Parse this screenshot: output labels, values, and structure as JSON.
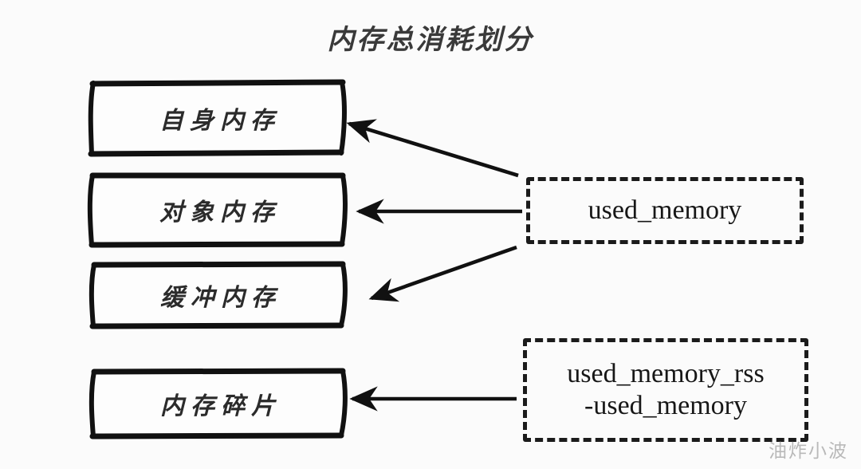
{
  "diagram": {
    "title": "内存总消耗划分",
    "watermark": "油炸小波",
    "background_color": "#fbfbfb",
    "ink_color": "#1b1b1b",
    "memory_boxes": [
      {
        "label": "自身内存",
        "style": "solid-hand-drawn"
      },
      {
        "label": "对象内存",
        "style": "solid-hand-drawn"
      },
      {
        "label": "缓冲内存",
        "style": "solid-hand-drawn"
      },
      {
        "label": "内存碎片",
        "style": "solid-hand-drawn"
      }
    ],
    "metric_boxes": [
      {
        "lines": [
          "used_memory"
        ],
        "style": "dashed",
        "points_to": [
          "自身内存",
          "对象内存",
          "缓冲内存"
        ]
      },
      {
        "lines": [
          "used_memory_rss",
          "-used_memory"
        ],
        "style": "dashed",
        "points_to": [
          "内存碎片"
        ]
      }
    ],
    "arrows": [
      {
        "from": "used_memory",
        "to": "自身内存",
        "direction": "up-left"
      },
      {
        "from": "used_memory",
        "to": "对象内存",
        "direction": "left"
      },
      {
        "from": "used_memory",
        "to": "缓冲内存",
        "direction": "down-left"
      },
      {
        "from": "used_memory_rss-used_memory",
        "to": "内存碎片",
        "direction": "left"
      }
    ]
  }
}
